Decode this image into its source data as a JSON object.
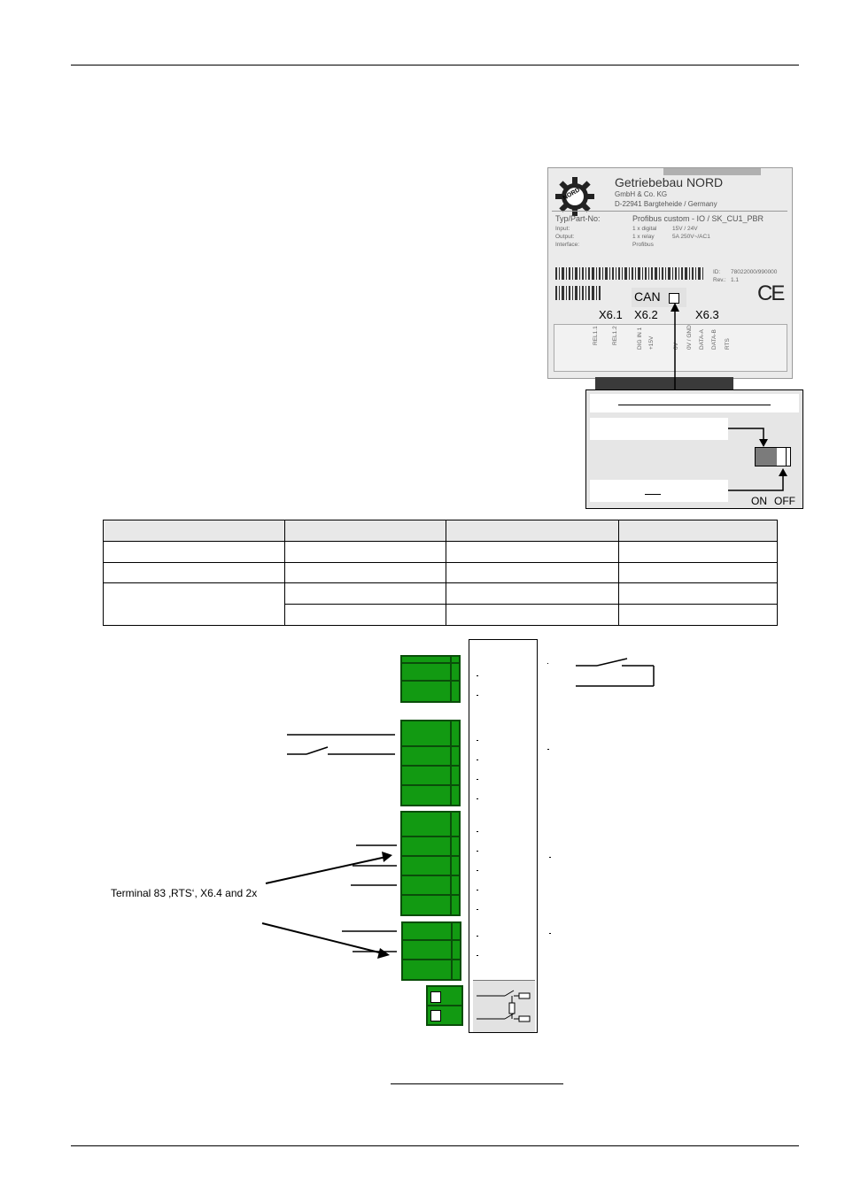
{
  "label": {
    "company": "Getriebebau NORD",
    "company_line2": "GmbH & Co. KG",
    "company_line3": "D-22941 Bargteheide / Germany",
    "logo_text": "NORD",
    "type_label": "Typ/Part-No:",
    "type_value": "Profibus custom - IO  /  SK_CU1_PBR",
    "input_label": "Input:",
    "input_value1": "1 x digital",
    "input_value2": "15V / 24V",
    "output_label": "Output:",
    "output_value1": "1 x relay",
    "output_value2": "5A 250V~/AC1",
    "interface_label": "Interface:",
    "interface_value": "Profibus",
    "id_label": "ID:",
    "id_value": "78022000/990000",
    "rev_label": "Rev.:",
    "rev_value": "1.1",
    "ce_mark": "CE",
    "can_label": "CAN",
    "x61": "X6.1",
    "x62": "X6.2",
    "x63": "X6.3",
    "terminals": [
      "REL1.1",
      "REL1.2",
      "DIG IN 1",
      "+15V",
      "0V",
      "0V / GND",
      "DATA-A",
      "DATA-B",
      "RTS"
    ]
  },
  "callout": {
    "on_label": "ON",
    "off_label": "OFF"
  },
  "diagram": {
    "annotation": "Terminal 83 ‚RTS‘, X6.4 and 2x"
  }
}
